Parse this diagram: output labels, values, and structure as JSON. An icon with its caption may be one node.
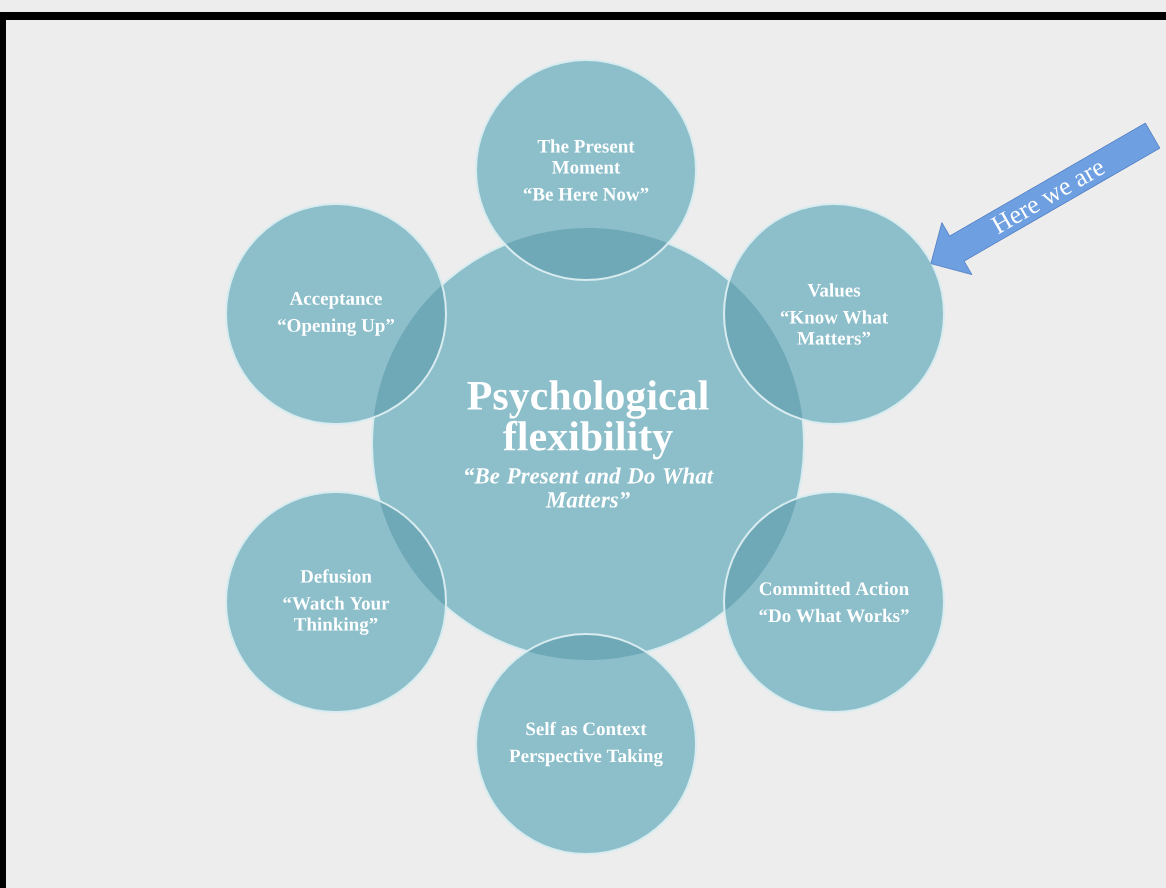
{
  "diagram": {
    "nodes": [
      {
        "text": [
          "The Present Moment",
          "“Be Here Now”"
        ]
      },
      {
        "text": [
          "Acceptance",
          "“Opening Up”"
        ]
      },
      {
        "text": [
          "Values",
          "“Know What Matters”"
        ]
      },
      {
        "text": [
          "Psychological flexibility",
          "*“Be Present and Do What Matters”*"
        ]
      },
      {
        "text": [
          "Defusion",
          "“Watch Your Thinking”"
        ]
      },
      {
        "text": [
          "Committed Action",
          "“Do What Works”"
        ]
      },
      {
        "text": [
          "Self as Context",
          "Perspective Taking"
        ]
      },
      {
        "text": [
          "Here we are"
        ]
      }
    ]
  }
}
